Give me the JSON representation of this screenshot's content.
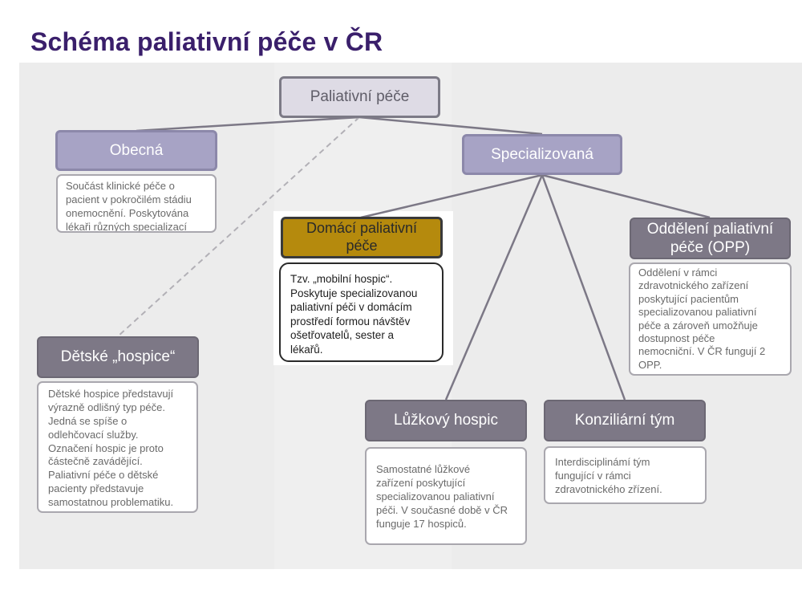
{
  "title": "Schéma paliativní péče v ČR",
  "nodes": {
    "root": "Paliativní péče",
    "general": "Obecná",
    "specialized": "Specializovaná",
    "home_care": "Domácí paliativní\npéče",
    "palliative_ward": "Oddělení paliativní\npéče (OPP)",
    "children_hospice": "Dětské „hospice“",
    "inpatient_hospice": "Lůžkový hospic",
    "consult_team": "Konziliární tým"
  },
  "descriptions": {
    "general": "Součást klinické péče o\npacient v pokročilém stádiu\nonemocnění. Poskytována\nlékaři různých specializací",
    "home_care": "Tzv. „mobilní hospic“.\nPoskytuje specializovanou\npaliativní péči v domácím\nprostředí formou návštěv\nošetřovatelů, sester a\nlékařů.",
    "palliative_ward": "Oddělení v rámci\nzdravotnického zařízení\nposkytující pacientům\nspecializovanou paliativní\npéče a zároveň umožňuje\ndostupnost  péče\nnemocniční. V ČR fungují 2\nOPP.",
    "children_hospice": "Dětské hospice představují\nvýrazně odlišný typ péče.\nJedná se spíše o\nodlehčovací služby.\nOznačení hospic je proto\nčástečně zavádějící.\nPaliativní péče o dětské\npacienty představuje\nsamostatnou problematiku.",
    "inpatient_hospice": "Samostatné lůžkové\nzařízení poskytující\nspecializovanou paliativní\npéči. V současné době v ČR\nfunguje 17 hospiců.",
    "consult_team": "Interdisciplinámí tým\nfungující v rámci\nzdravotnického zřízení."
  },
  "colors": {
    "title": "#3a1f6b",
    "connector": "#7c7886",
    "dashed_connector": "#b2b0b6",
    "gold": "#b58a0d",
    "lavender": "#a7a3c5",
    "grey": "#7d7886"
  }
}
